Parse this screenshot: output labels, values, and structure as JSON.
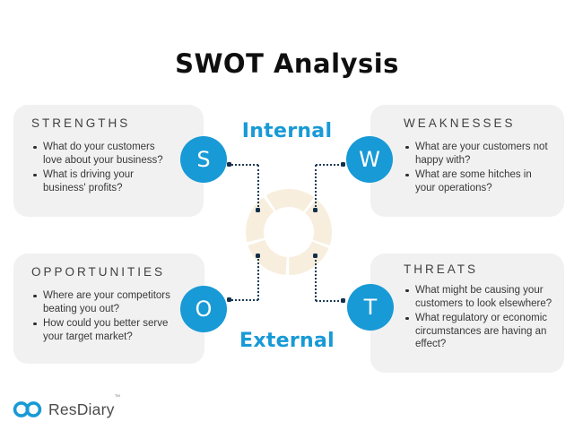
{
  "title": "SWOT Analysis",
  "labels": {
    "internal": "Internal",
    "external": "External"
  },
  "quadrants": [
    {
      "key": "strengths",
      "letter": "S",
      "heading": "STRENGTHS",
      "bullets": [
        "What do your customers love about your business?",
        "What is driving your business' profits?"
      ]
    },
    {
      "key": "weaknesses",
      "letter": "W",
      "heading": "WEAKNESSES",
      "bullets": [
        "What are your customers not happy with?",
        "What are some hitches in your operations?"
      ]
    },
    {
      "key": "opportunities",
      "letter": "O",
      "heading": "OPPORTUNITIES",
      "bullets": [
        "Where are your competitors beating you out?",
        "How could you better serve your target market?"
      ]
    },
    {
      "key": "threats",
      "letter": "T",
      "heading": "THREATS",
      "bullets": [
        "What might be causing your customers to look elsewhere?",
        "What regulatory or economic circumstances are having an effect?"
      ]
    }
  ],
  "logo": {
    "name": "ResDiary",
    "trademark": "™"
  },
  "colors": {
    "accent_blue": "#189ad6",
    "card_background": "#f1f1f2",
    "ring_cream": "#f8eedd",
    "connector_navy": "#143049",
    "heading_gray": "#404040",
    "body_text": "#383838",
    "title_black": "#0f0f0f"
  }
}
